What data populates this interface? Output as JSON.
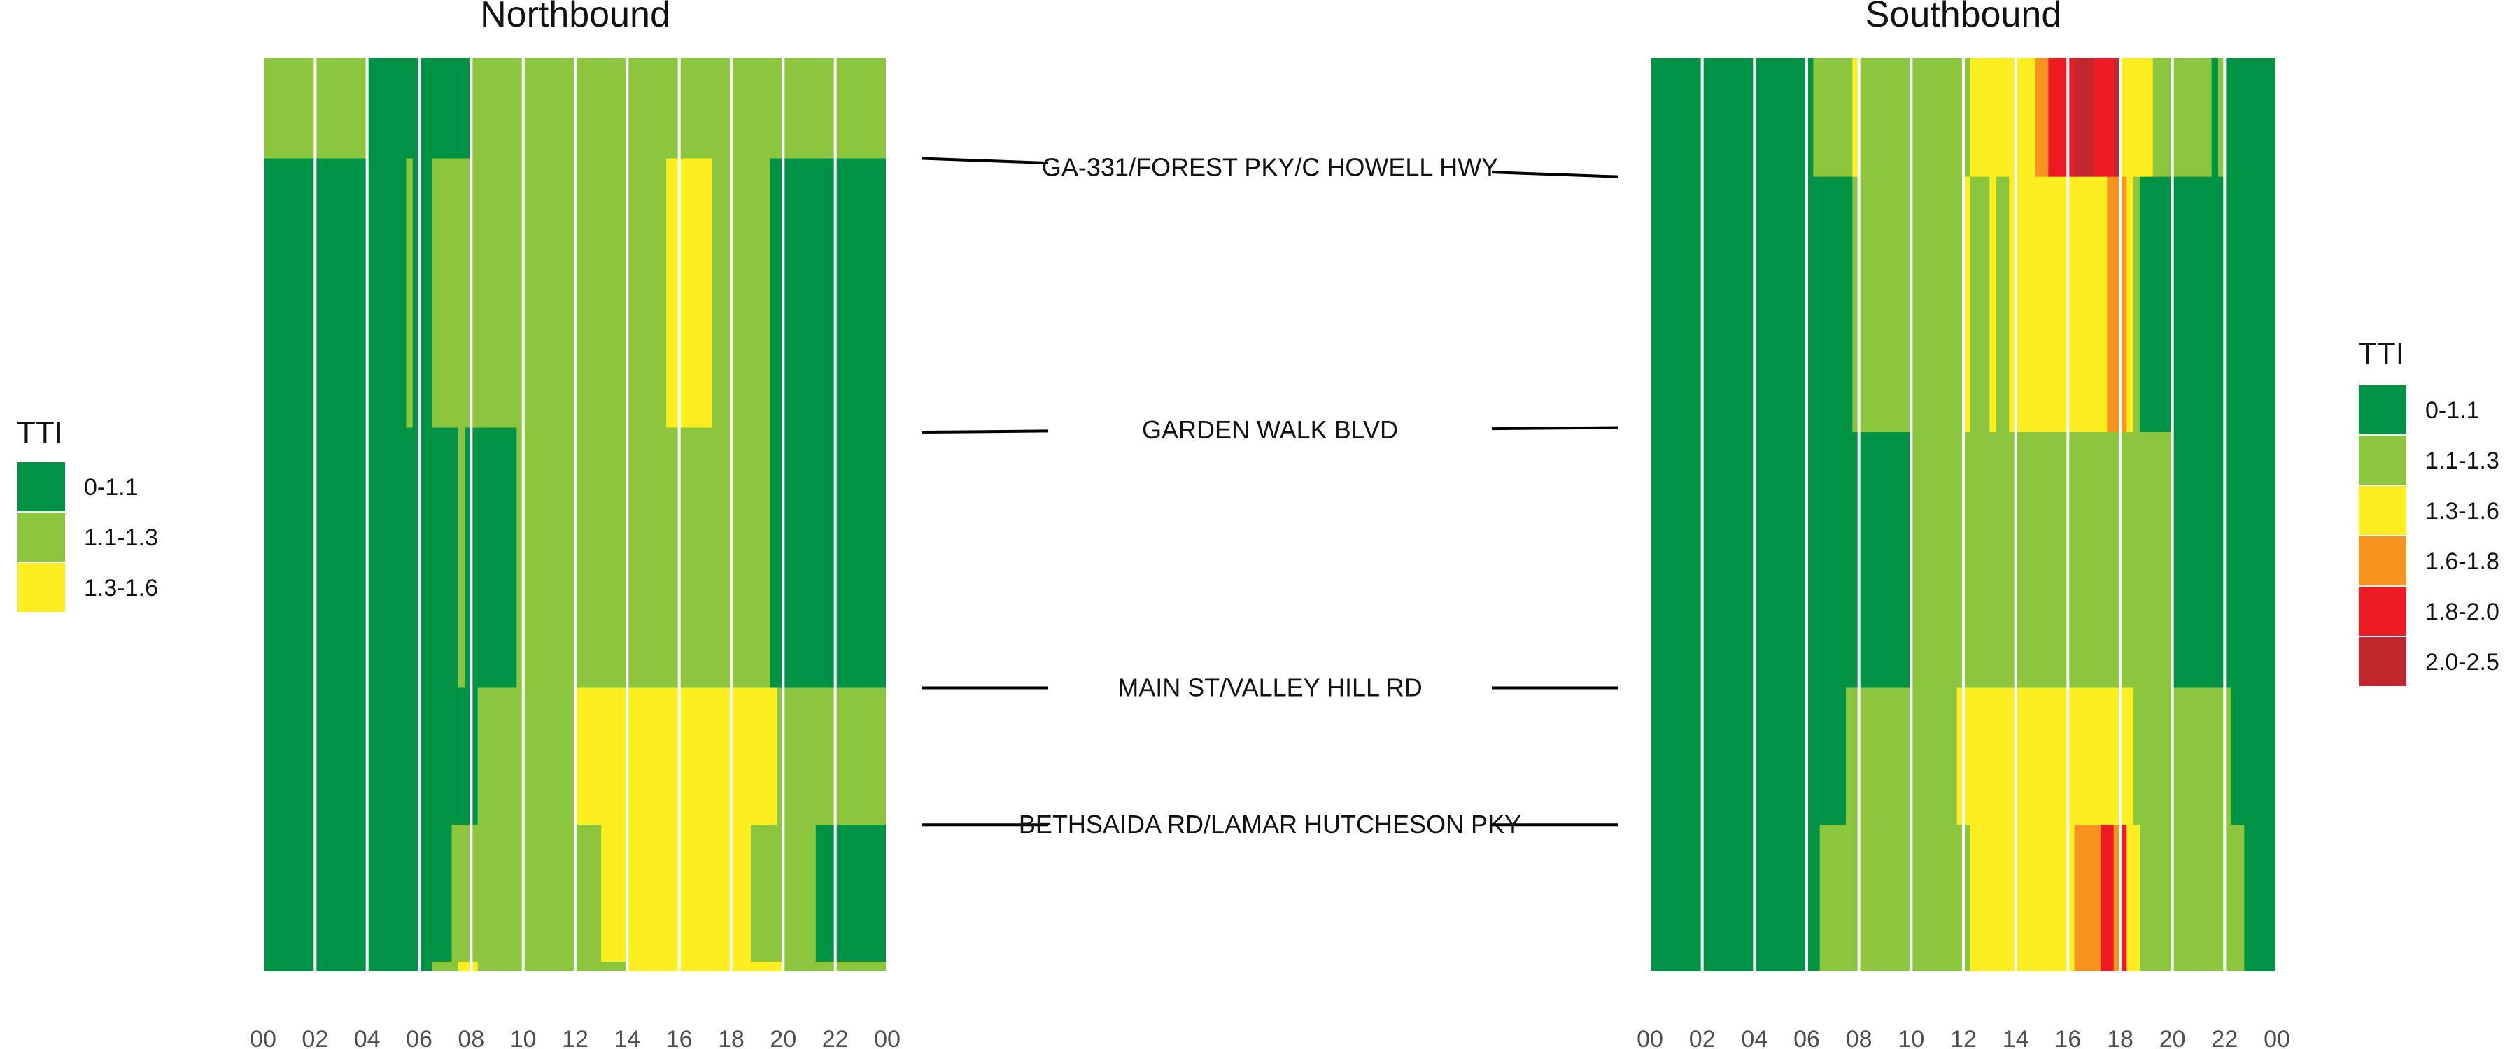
{
  "chart_data": {
    "type": "heatmap",
    "tti_bins": [
      "0-1.1",
      "1.1-1.3",
      "1.3-1.6",
      "1.6-1.8",
      "1.8-2.0",
      "2.0-2.5"
    ],
    "tti_colors": [
      "#009245",
      "#8CC63F",
      "#FCEE21",
      "#F7931E",
      "#ED1C24",
      "#C1272D"
    ],
    "x_ticks": [
      "00",
      "02",
      "04",
      "06",
      "08",
      "10",
      "12",
      "14",
      "16",
      "18",
      "20",
      "22",
      "00"
    ],
    "x_range": [
      0,
      24
    ],
    "road_range": [
      0,
      1
    ],
    "landmarks": [
      {
        "label": "GA-331/FOREST PKY/C HOWELL HWY",
        "nb_y": 0.11,
        "sb_y": 0.13
      },
      {
        "label": "GARDEN WALK BLVD",
        "nb_y": 0.41,
        "sb_y": 0.405
      },
      {
        "label": "MAIN ST/VALLEY HILL RD",
        "nb_y": 0.69,
        "sb_y": 0.69
      },
      {
        "label": "BETHSAIDA RD/LAMAR HUTCHESON PKY",
        "nb_y": 0.84,
        "sb_y": 0.84
      }
    ],
    "panels": [
      {
        "title": "Northbound",
        "legend": {
          "title": "TTI",
          "bins": [
            0,
            1,
            2
          ]
        },
        "segments": [
          {
            "y": [
              0.0,
              0.11
            ],
            "row": [
              [
                0,
                4,
                1
              ],
              [
                4,
                8,
                0
              ],
              [
                8,
                24,
                1
              ]
            ]
          },
          {
            "y": [
              0.11,
              0.405
            ],
            "row": [
              [
                0,
                5.5,
                0
              ],
              [
                5.5,
                5.75,
                1
              ],
              [
                5.75,
                6.5,
                0
              ],
              [
                6.5,
                15.5,
                1
              ],
              [
                15.5,
                17.25,
                2
              ],
              [
                17.25,
                19.5,
                1
              ],
              [
                19.5,
                24,
                0
              ]
            ]
          },
          {
            "y": [
              0.405,
              0.69
            ],
            "row": [
              [
                0,
                7.5,
                0
              ],
              [
                7.5,
                7.75,
                1
              ],
              [
                7.75,
                9.75,
                0
              ],
              [
                9.75,
                19.5,
                1
              ],
              [
                19.5,
                24,
                0
              ]
            ]
          },
          {
            "y": [
              0.69,
              0.84
            ],
            "row": [
              [
                0,
                8.25,
                0
              ],
              [
                8.25,
                12,
                1
              ],
              [
                12,
                19.75,
                2
              ],
              [
                19.75,
                22,
                1
              ],
              [
                22,
                24,
                1
              ]
            ]
          },
          {
            "y": [
              0.84,
              0.99
            ],
            "row": [
              [
                0,
                7.25,
                0
              ],
              [
                7.25,
                13,
                1
              ],
              [
                13,
                18.75,
                2
              ],
              [
                18.75,
                21.25,
                1
              ],
              [
                21.25,
                24,
                0
              ]
            ]
          },
          {
            "y": [
              0.99,
              1.0
            ],
            "row": [
              [
                0,
                6.5,
                0
              ],
              [
                6.5,
                7.5,
                1
              ],
              [
                7.5,
                8.25,
                2
              ],
              [
                8.25,
                14,
                1
              ],
              [
                14,
                20,
                2
              ],
              [
                20,
                24,
                1
              ]
            ]
          }
        ]
      },
      {
        "title": "Southbound",
        "legend": {
          "title": "TTI",
          "bins": [
            0,
            1,
            2,
            3,
            4,
            5
          ]
        },
        "segments": [
          {
            "y": [
              0.0,
              0.13
            ],
            "row": [
              [
                0,
                6.25,
                0
              ],
              [
                6.25,
                7.75,
                1
              ],
              [
                7.75,
                8,
                2
              ],
              [
                8,
                12.25,
                1
              ],
              [
                12.25,
                14.75,
                2
              ],
              [
                14.75,
                15.25,
                3
              ],
              [
                15.25,
                16.25,
                4
              ],
              [
                16.25,
                17,
                5
              ],
              [
                17,
                17.75,
                4
              ],
              [
                17.75,
                18,
                5
              ],
              [
                18,
                19.25,
                2
              ],
              [
                19.25,
                21.5,
                1
              ],
              [
                21.5,
                21.75,
                0
              ],
              [
                21.75,
                22,
                1
              ],
              [
                22,
                24,
                0
              ]
            ]
          },
          {
            "y": [
              0.13,
              0.41
            ],
            "row": [
              [
                0,
                6.25,
                0
              ],
              [
                6.25,
                7.75,
                0
              ],
              [
                7.75,
                12,
                1
              ],
              [
                12,
                12.25,
                2
              ],
              [
                12.25,
                13,
                1
              ],
              [
                13,
                13.25,
                2
              ],
              [
                13.25,
                13.75,
                1
              ],
              [
                13.75,
                17.5,
                2
              ],
              [
                17.5,
                18.25,
                3
              ],
              [
                18.25,
                18.5,
                2
              ],
              [
                18.5,
                18.75,
                1
              ],
              [
                18.75,
                24,
                0
              ]
            ]
          },
          {
            "y": [
              0.41,
              0.69
            ],
            "row": [
              [
                0,
                8.25,
                0
              ],
              [
                8.25,
                10,
                0
              ],
              [
                10,
                18.75,
                1
              ],
              [
                18.75,
                20,
                1
              ],
              [
                20,
                24,
                0
              ]
            ]
          },
          {
            "y": [
              0.69,
              0.84
            ],
            "row": [
              [
                0,
                6.25,
                0
              ],
              [
                6.25,
                7.5,
                0
              ],
              [
                7.5,
                11.75,
                1
              ],
              [
                11.75,
                18.5,
                2
              ],
              [
                18.5,
                20,
                1
              ],
              [
                20,
                22.25,
                1
              ],
              [
                22.25,
                24,
                0
              ]
            ]
          },
          {
            "y": [
              0.84,
              1.0
            ],
            "row": [
              [
                0,
                6.5,
                0
              ],
              [
                6.5,
                12.25,
                1
              ],
              [
                12.25,
                16.25,
                2
              ],
              [
                16.25,
                17.25,
                3
              ],
              [
                17.25,
                17.75,
                4
              ],
              [
                17.75,
                18,
                3
              ],
              [
                18,
                18.25,
                4
              ],
              [
                18.25,
                18.75,
                2
              ],
              [
                18.75,
                22.75,
                1
              ],
              [
                22.75,
                24,
                0
              ]
            ]
          }
        ]
      }
    ]
  }
}
